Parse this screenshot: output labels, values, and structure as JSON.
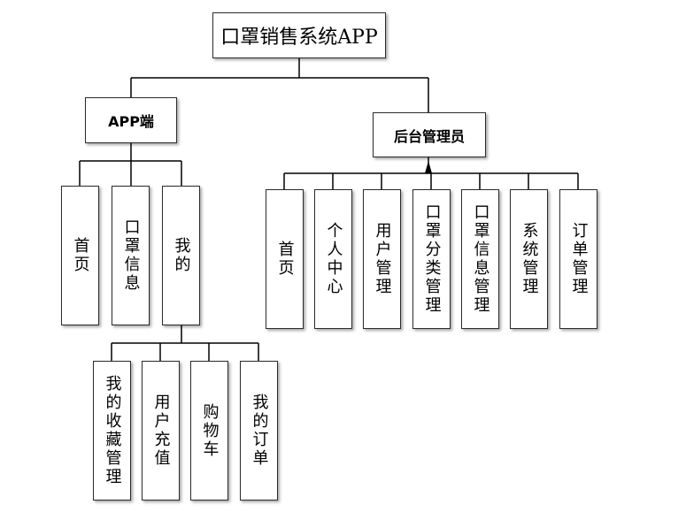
{
  "root": {
    "label": "口罩销售系统APP"
  },
  "app": {
    "label": "APP端",
    "children": [
      {
        "label": "首页"
      },
      {
        "label": "口罩信息"
      },
      {
        "label": "我的",
        "children": [
          {
            "label": "我的收藏管理"
          },
          {
            "label": "用户充值"
          },
          {
            "label": "购物车"
          },
          {
            "label": "我的订单"
          }
        ]
      }
    ]
  },
  "admin": {
    "label": "后台管理员",
    "children": [
      {
        "label": "首页"
      },
      {
        "label": "个人中心"
      },
      {
        "label": "用户管理"
      },
      {
        "label": "口罩分类管理"
      },
      {
        "label": "口罩信息管理"
      },
      {
        "label": "系统管理"
      },
      {
        "label": "订单管理"
      }
    ]
  }
}
